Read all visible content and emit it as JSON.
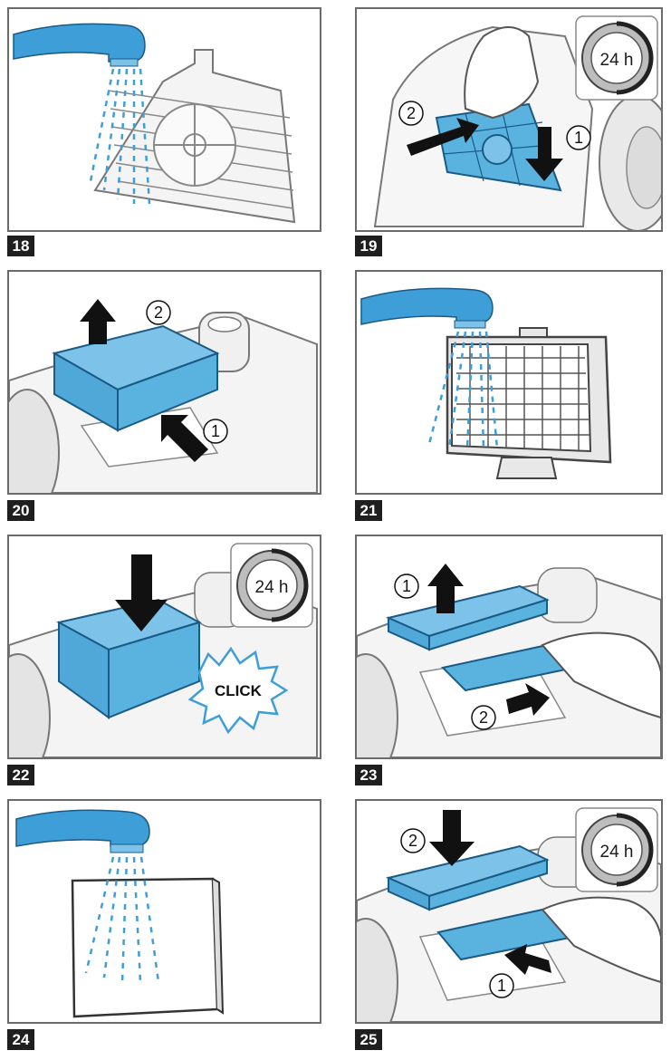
{
  "steps": [
    {
      "number": "18",
      "icon": "tap-rinse-filter-frame-icon"
    },
    {
      "number": "19",
      "icon": "remove-filter-frame-icon",
      "callouts": [
        "2",
        "1"
      ],
      "timer": "24 h"
    },
    {
      "number": "20",
      "icon": "remove-hepa-filter-icon",
      "callouts": [
        "2",
        "1"
      ]
    },
    {
      "number": "21",
      "icon": "tap-rinse-hepa-filter-icon"
    },
    {
      "number": "22",
      "icon": "insert-hepa-filter-icon",
      "timer": "24 h",
      "click_label": "CLICK"
    },
    {
      "number": "23",
      "icon": "remove-motor-filter-icon",
      "callouts": [
        "1",
        "2"
      ]
    },
    {
      "number": "24",
      "icon": "tap-rinse-filter-pad-icon"
    },
    {
      "number": "25",
      "icon": "insert-motor-filter-icon",
      "callouts": [
        "2",
        "1"
      ],
      "timer": "24 h"
    }
  ],
  "colors": {
    "filter_blue": "#5ab2df",
    "tap_blue": "#3d9ed8",
    "water_blue": "#3d9ed8",
    "frame": "#6b6b6b",
    "label_bg": "#1f1f1f"
  }
}
